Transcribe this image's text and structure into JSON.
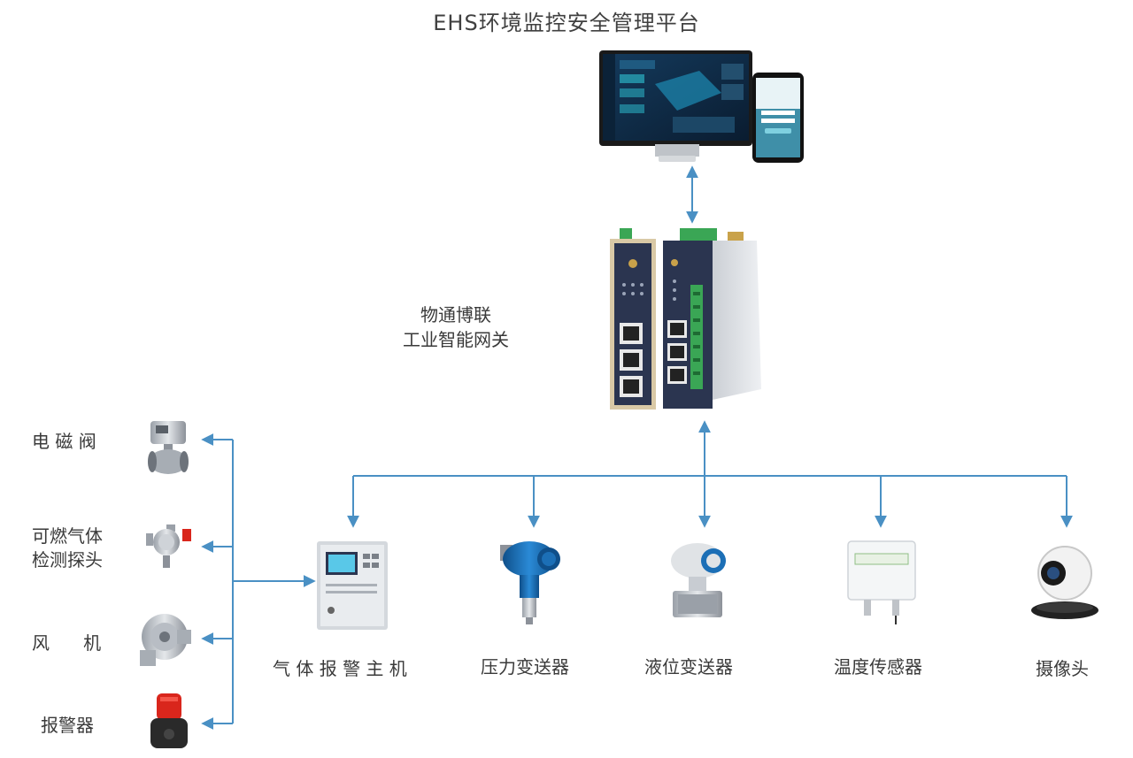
{
  "title": "EHS环境监控安全管理平台",
  "gateway": {
    "line1": "物通博联",
    "line2": "工业智能网关",
    "device_brand": "物通博联"
  },
  "left_devices": [
    {
      "label": "电 磁 阀"
    },
    {
      "label_line1": "可燃气体",
      "label_line2": "检测探头"
    },
    {
      "label": "风      机"
    },
    {
      "label": "报警器"
    }
  ],
  "bottom_devices": [
    {
      "label": "气 体 报 警 主 机"
    },
    {
      "label": "压力变送器"
    },
    {
      "label": "液位变送器"
    },
    {
      "label": "温度传感器"
    },
    {
      "label": "摄像头"
    }
  ],
  "colors": {
    "connector": "#4a90c4",
    "monitor_screen": "#0f2a44",
    "screen_accent": "#2ec4d6",
    "gateway_body": "#2b3550",
    "terminal": "#3aa655",
    "transmitter_blue": "#1c6fb6",
    "alarm_red": "#d9261c"
  }
}
